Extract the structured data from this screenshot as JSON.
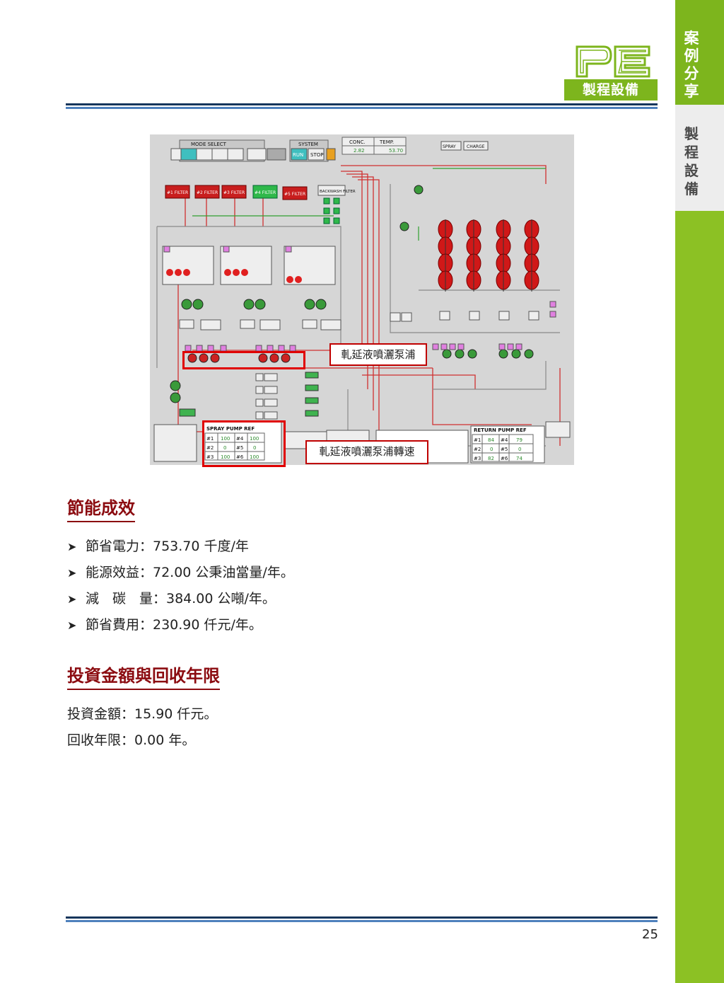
{
  "sidebar": {
    "tab1": "案例分享",
    "tab2": "製程設備"
  },
  "header": {
    "logo_letters": "PE",
    "logo_caption": "製程設備"
  },
  "figure": {
    "mode_select": "MODE SELECT",
    "system": "SYSTEM",
    "run": "RUN",
    "stop": "STOP",
    "conc": "CONC.",
    "temp": "TEMP.",
    "conc_val": "2.82",
    "temp_val": "53.70",
    "spray": "SPRAY",
    "charge": "CHARGE",
    "filters": [
      "#1 FILTER",
      "#2 FILTER",
      "#3 FILTER",
      "#4 FILTER",
      "#5 FILTER"
    ],
    "backwash": "BACKWASH FILTER",
    "spray_pump_ref": "SPRAY PUMP REF",
    "return_pump_ref": "RETURN PUMP REF",
    "spray_rows": [
      [
        "#1",
        "100",
        "#4",
        "100"
      ],
      [
        "#2",
        "0",
        "#5",
        "0"
      ],
      [
        "#3",
        "100",
        "#6",
        "100"
      ]
    ],
    "return_rows": [
      [
        "#1",
        "84",
        "#4",
        "79"
      ],
      [
        "#2",
        "0",
        "#5",
        "0"
      ],
      [
        "#3",
        "82",
        "#6",
        "74"
      ]
    ],
    "callout1": "軋延液噴灑泵浦",
    "callout2": "軋延液噴灑泵浦轉速"
  },
  "section1": {
    "title": "節能成效",
    "items": [
      "節省電力：753.70 千度/年",
      "能源效益：72.00 公秉油當量/年。",
      "減　碳　量：384.00 公噸/年。",
      "節省費用：230.90 仟元/年。"
    ]
  },
  "section2": {
    "title": "投資金額與回收年限",
    "lines": [
      "投資金額：15.90 仟元。",
      "回收年限：0.00 年。"
    ]
  },
  "footer": {
    "page_number": "25"
  },
  "colors": {
    "sidebar_green": "#8cc124",
    "heading_red": "#8b0b10",
    "rule_navy": "#16365c",
    "rule_blue": "#4f81bd"
  }
}
